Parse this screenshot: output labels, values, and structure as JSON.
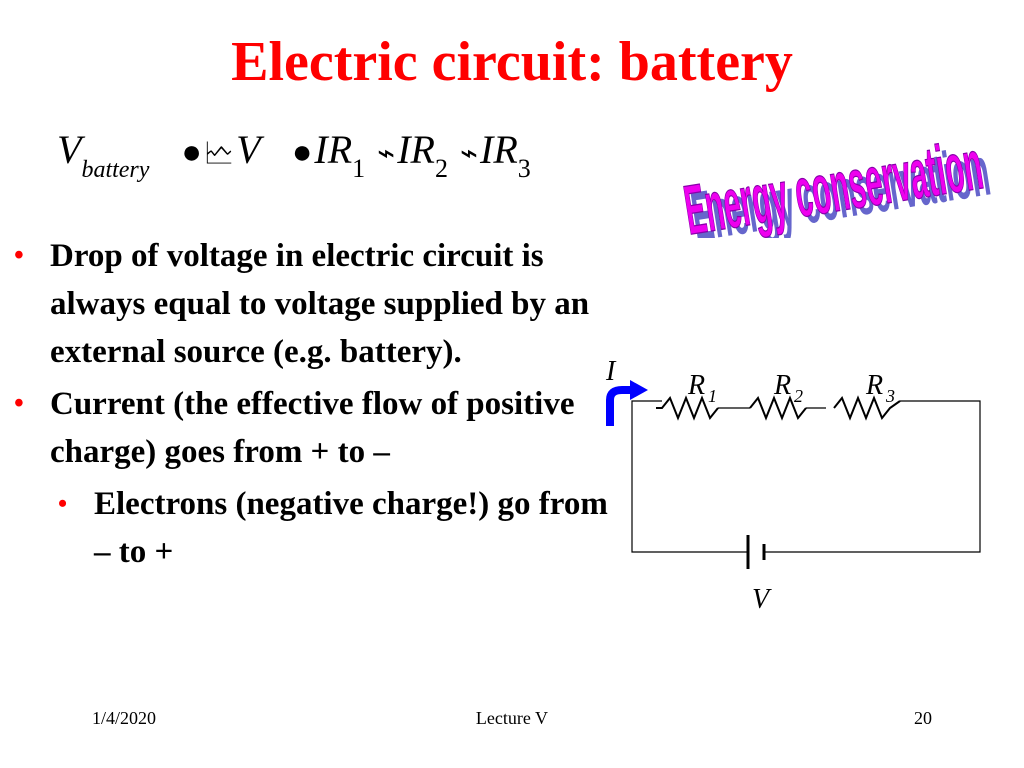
{
  "title": "Electric circuit: battery",
  "formula": {
    "v": "V",
    "v_sub": "battery",
    "term_v": "V",
    "i": "I",
    "r": "R",
    "n1": "1",
    "n2": "2",
    "n3": "3"
  },
  "wordart": "Energy conservation",
  "bullets": [
    {
      "text": "Drop of voltage in electric circuit is always equal to voltage supplied by an external source (e.g. battery)."
    },
    {
      "text": "Current (the effective flow of positive charge) goes from + to –"
    }
  ],
  "subbullets": [
    {
      "text": "Electrons (negative charge!) go from – to +"
    }
  ],
  "diagram": {
    "current_label": "I",
    "r1": "R",
    "r1_sub": "1",
    "r2": "R",
    "r2_sub": "2",
    "r3": "R",
    "r3_sub": "3",
    "battery_label": "V"
  },
  "footer": {
    "date": "1/4/2020",
    "center": "Lecture V",
    "page": "20"
  },
  "colors": {
    "title": "#ff0000",
    "bullet": "#ff0000",
    "wordart_fill": "#ee00ee",
    "wordart_shadow": "#6666cc",
    "arrow": "#0000ff"
  }
}
